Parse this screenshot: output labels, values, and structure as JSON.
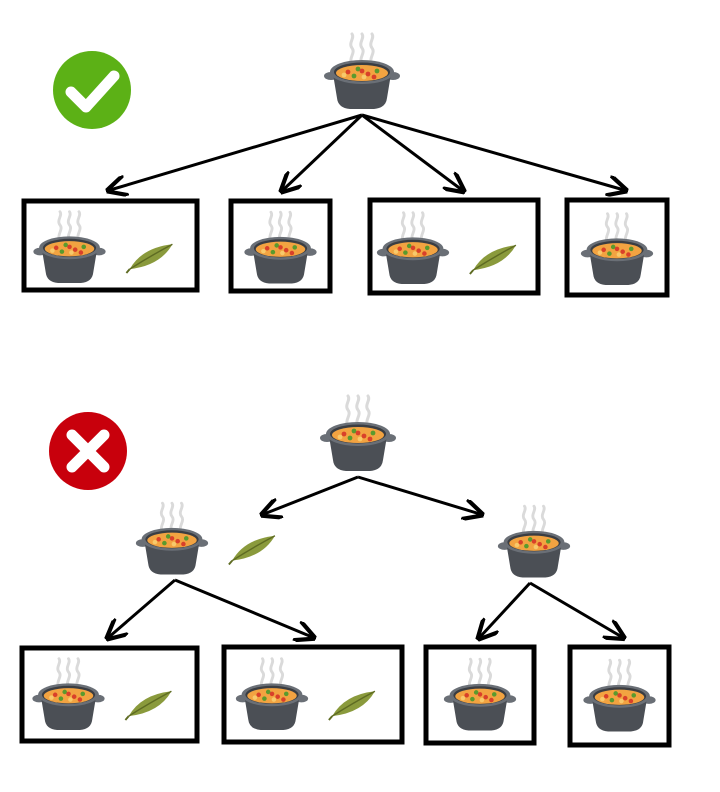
{
  "colors": {
    "correct_badge": "#5cb116",
    "wrong_badge": "#c8000c",
    "arrow": "#000000",
    "box_border": "#000000",
    "pot_body": "#4b4f55",
    "pot_rim": "#6a6f76",
    "soup_base": "#f2a341",
    "soup_red": "#d9402a",
    "soup_green": "#5a9a2e",
    "steam": "#dadada",
    "leaf": "#8a9a3c",
    "leaf_dark": "#5e6b22"
  },
  "icons": {
    "pot": "soup-pot-icon",
    "leaf": "bay-leaf-icon",
    "correct": "checkmark-icon",
    "wrong": "cross-icon"
  },
  "diagrams": [
    {
      "verdict": "correct",
      "root": {
        "contents": [
          "pot"
        ]
      },
      "children": [
        {
          "contents": [
            "pot",
            "leaf"
          ],
          "boxed": true
        },
        {
          "contents": [
            "pot"
          ],
          "boxed": true
        },
        {
          "contents": [
            "pot",
            "leaf"
          ],
          "boxed": true
        },
        {
          "contents": [
            "pot"
          ],
          "boxed": true
        }
      ]
    },
    {
      "verdict": "wrong",
      "root": {
        "contents": [
          "pot"
        ]
      },
      "children": [
        {
          "contents": [
            "pot",
            "leaf"
          ],
          "boxed": false,
          "children": [
            {
              "contents": [
                "pot",
                "leaf"
              ],
              "boxed": true
            },
            {
              "contents": [
                "pot",
                "leaf"
              ],
              "boxed": true
            }
          ]
        },
        {
          "contents": [
            "pot"
          ],
          "boxed": false,
          "children": [
            {
              "contents": [
                "pot"
              ],
              "boxed": true
            },
            {
              "contents": [
                "pot"
              ],
              "boxed": true
            }
          ]
        }
      ]
    }
  ]
}
